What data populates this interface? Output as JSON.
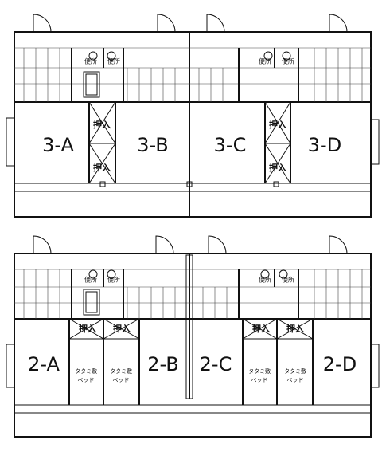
{
  "floor3": {
    "units": [
      "3-A",
      "3-B",
      "3-C",
      "3-D"
    ],
    "closet_label": "押入",
    "toilet_label": "便所"
  },
  "floor2": {
    "units": [
      "2-A",
      "2-B",
      "2-C",
      "2-D"
    ],
    "closet_label": "押入",
    "toilet_label": "便所",
    "tatami_bed_label_1": "タタミ敷",
    "tatami_bed_label_2": "ベッド"
  }
}
